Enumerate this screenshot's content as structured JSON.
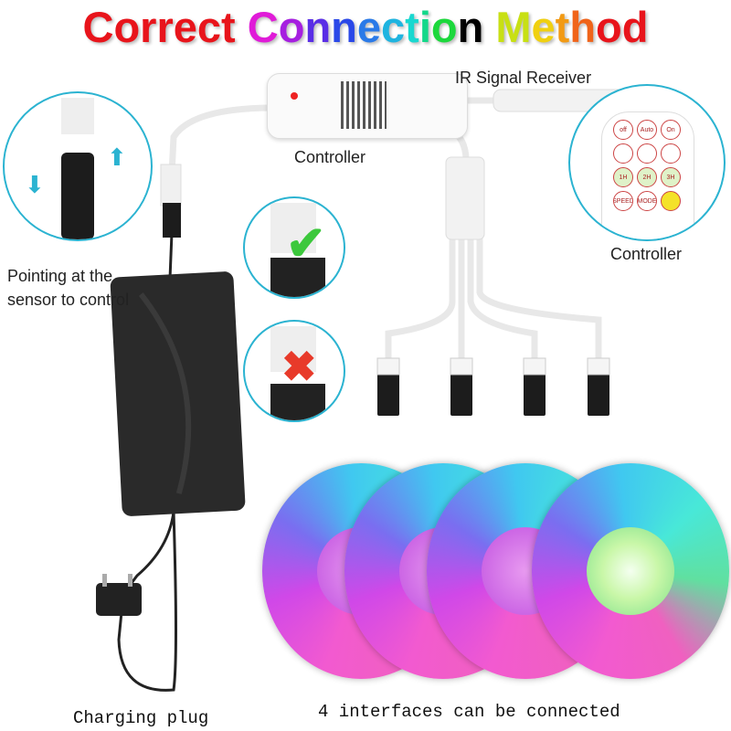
{
  "title": {
    "text": "Correct Connection Method",
    "letter_colors": [
      "#e8141b",
      "#e8141b",
      "#e8141b",
      "#e8141b",
      "#e8141b",
      "#e8141b",
      "#e8141b",
      " ",
      "#e01bd8",
      "#a61fe0",
      "#5a2ee6",
      "#2a48e8",
      "#2a7ae8",
      "#1fb4e0",
      "#19d8d0",
      "#14d88a",
      "#1cd83c",
      " ",
      "#74e01a",
      "#c8e014",
      "#f0d010",
      "#f29a14",
      "#f0641a",
      "#e8141b"
    ]
  },
  "labels": {
    "ir_receiver": "IR Signal Receiver",
    "controller_top": "Controller",
    "controller_remote": "Controller",
    "pointing_line1": "Pointing at the",
    "pointing_line2": "sensor to control",
    "charging_plug": "Charging plug",
    "interfaces": "4 interfaces can be connected"
  },
  "remote": {
    "buttons": [
      "off",
      "Auto",
      "On",
      "",
      "",
      "",
      "1H",
      "2H",
      "3H",
      "SPEED",
      "MODE",
      ""
    ]
  },
  "colors": {
    "accent": "#2bb3d1",
    "check": "#3cc83c",
    "cross": "#e83a2a",
    "adapter": "#2a2a2a"
  }
}
